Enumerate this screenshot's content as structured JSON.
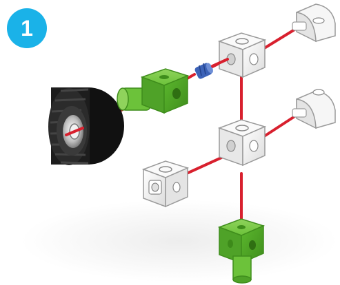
{
  "step": {
    "number": "1",
    "badge_color": "#1ab2e8",
    "text_color": "#ffffff"
  },
  "colors": {
    "connector_line": "#d8202e",
    "green_block": "#5cb82e",
    "white_block": "#f4f4f4",
    "tire": "#262626",
    "axle_spacer": "#3d63b8"
  },
  "parts": [
    {
      "name": "wheel",
      "icon": "tire-with-hub"
    },
    {
      "name": "green-axle-block",
      "icon": "green-cube-with-peg"
    },
    {
      "name": "blue-axle-spacer",
      "icon": "blue-spacer"
    },
    {
      "name": "white-block-upper",
      "icon": "white-cube"
    },
    {
      "name": "white-block-middle",
      "icon": "white-cube"
    },
    {
      "name": "white-block-left",
      "icon": "white-cube"
    },
    {
      "name": "curved-piece-top",
      "icon": "white-curved-piece"
    },
    {
      "name": "curved-piece-middle",
      "icon": "white-curved-piece"
    },
    {
      "name": "green-peg-block",
      "icon": "green-cube-with-peg"
    }
  ]
}
